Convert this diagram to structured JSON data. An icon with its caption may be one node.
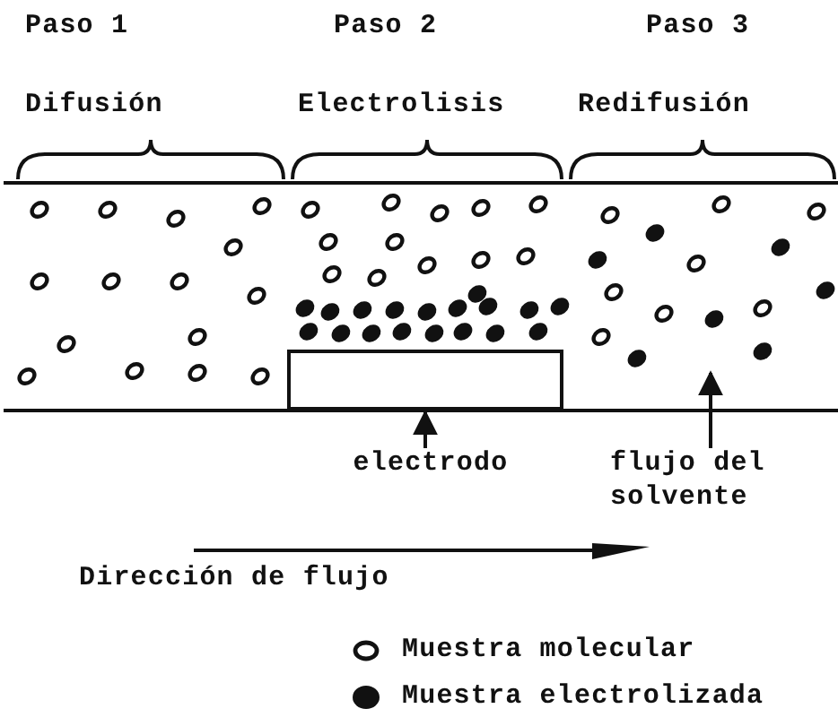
{
  "diagram": {
    "nodes": [
      {
        "text": [
          "electrodo"
        ]
      },
      {
        "text": [],
        "shape": "box"
      },
      {
        "text": [
          "flujo del solvente"
        ]
      }
    ],
    "edges": [
      {
        "from": 0,
        "to": 1,
        "arrow": "to"
      },
      {
        "from": 2,
        "to": null,
        "arrow": "to"
      }
    ],
    "labels": [
      "Paso 1",
      "Paso 2",
      "Paso 3",
      "Difusión",
      "Electrolisis",
      "Redifusión",
      "Dirección de flujo"
    ],
    "legend": [
      {
        "text": "Muestra molecular"
      },
      {
        "text": "Muestra electrolizada"
      }
    ]
  }
}
